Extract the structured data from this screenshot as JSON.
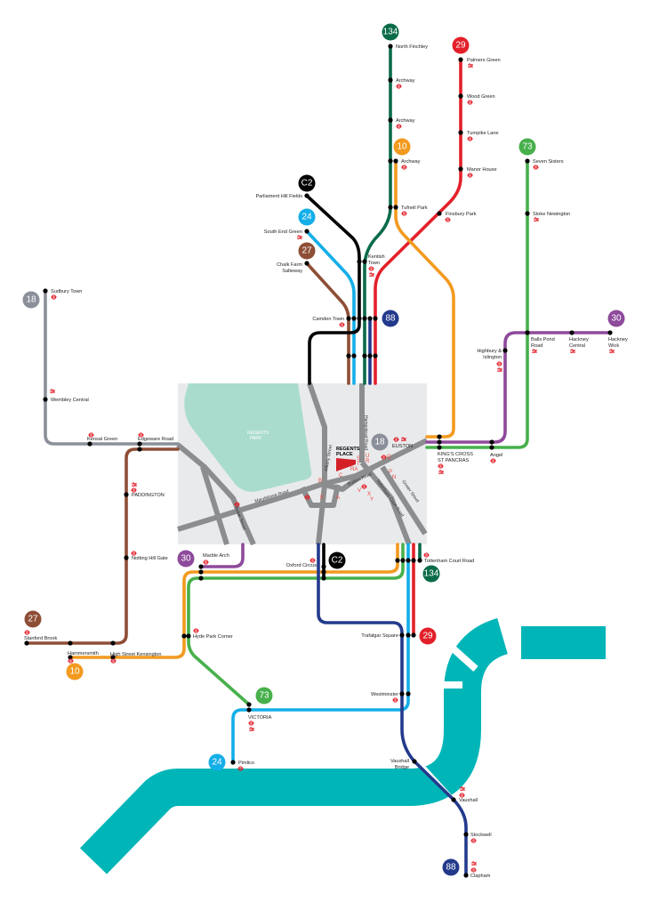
{
  "colors": {
    "river": "#00b5b8",
    "map_bg": "#e9eaec",
    "park": "#a9dccd",
    "landmark": "#d51f27",
    "tube": "#e3202a"
  },
  "routes": {
    "r134": {
      "number": "134",
      "color": "#0a6b48"
    },
    "r29": {
      "number": "29",
      "color": "#e3202a"
    },
    "r10": {
      "number": "10",
      "color": "#f29a1f"
    },
    "r73": {
      "number": "73",
      "color": "#47b04b"
    },
    "rC2": {
      "number": "C2",
      "color": "#000000"
    },
    "r24": {
      "number": "24",
      "color": "#14aee8"
    },
    "r27": {
      "number": "27",
      "color": "#8e4e36"
    },
    "r88": {
      "number": "88",
      "color": "#233a8c"
    },
    "r18": {
      "number": "18",
      "color": "#8a8f99"
    },
    "r30": {
      "number": "30",
      "color": "#8e4a9b"
    }
  },
  "stations": {
    "north_finchley": "North Finchley",
    "archway": "Archway",
    "tufnell_park": "Tufnell Park",
    "palmers_green": "Palmers Green",
    "wood_green": "Wood Green",
    "turnpike_lane": "Turnpike  Lane",
    "manor_house": "Manor House",
    "finsbury_park": "Finsbury Park",
    "seven_sisters": "Seven Sisters",
    "stoke_newington": "Stoke Newington",
    "parliament_hill": "Parliament Hill Fields",
    "south_end_green": "South End Green",
    "chalk_farm_1": "Chalk Farm",
    "chalk_farm_2": "Salteway",
    "kentish_1": "Kentish",
    "kentish_2": "Town",
    "camden_town": "Camden Town",
    "sudbury_town": "Sudbury Town",
    "wembley_central": "Wembley Central",
    "kensal_green": "Kensal Green",
    "edgeware_road": "Edgeware Road",
    "paddington": "PADDINGTON",
    "notting_hill": "Notting Hill Gate",
    "stanford_brook": "Stanford Brook",
    "hammersmith": "Hammersmith",
    "high_st_ken": "High Street Kensington",
    "hyde_park_corner": "Hyde Park Corner",
    "marble_arch": "Marble Arch",
    "oxford_circus": "Oxford Circus",
    "tottenham_court_road": "Tottenham Court Road",
    "trafalgar_square": "Trafalgar Square",
    "westminster": "Westminster",
    "victoria": "VICTORIA",
    "pimlico": "Pimlico",
    "vauxhall_bridge_1": "Vauxhall",
    "vauxhall_bridge_2": "Bridge",
    "vauxhall": "Vauxhall",
    "stockwell": "Stockwell",
    "clapham": "Clapham",
    "highbury_1": "Highbury &",
    "highbury_2": "Islington",
    "balls_pond_1": "Balls Pond",
    "balls_pond_2": "Road",
    "hackney_central_1": "Hackney",
    "hackney_central_2": "Central",
    "hackney_wick_1": "Hackney",
    "hackney_wick_2": "Wick",
    "kings_cross_1": "KING'S CROSS",
    "kings_cross_2": "ST PANCRAS",
    "angel": "Angel",
    "euston": "EUSTON"
  },
  "map": {
    "park_1": "REGENTS",
    "park_2": "PARK",
    "place_1": "REGENTS",
    "place_2": "PLACE",
    "marylebone_road": "Marylebone Road",
    "albany_street": "Albany Street",
    "hampstead_road": "Hampstead Road",
    "euston_road": "Euston Road",
    "tottenham_ct_road": "Tottenham Court Road",
    "gower_street": "Gower Street",
    "baker_street": "Baker Street",
    "letters": [
      "B",
      "E",
      "A",
      "C",
      "U",
      "R",
      "S",
      "T",
      "RA",
      "Q",
      "P",
      "N",
      "V",
      "X",
      "Y"
    ]
  }
}
